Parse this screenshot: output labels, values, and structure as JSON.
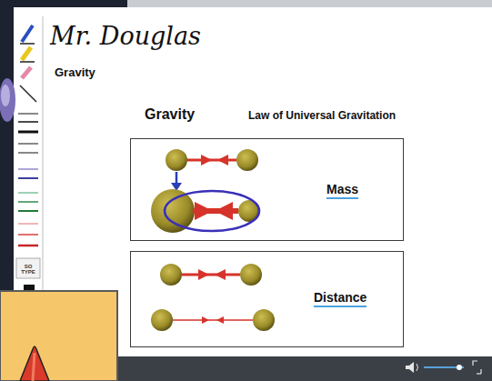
{
  "diagram": {
    "title": "Gravity",
    "nodes": [
      {
        "text": [
          "Mass"
        ]
      },
      {
        "text": [
          "Distance"
        ]
      }
    ],
    "labels": [
      "Mr. Douglas",
      "Gravity",
      "Law of Universal Gravitation",
      "SO TYPE"
    ]
  }
}
